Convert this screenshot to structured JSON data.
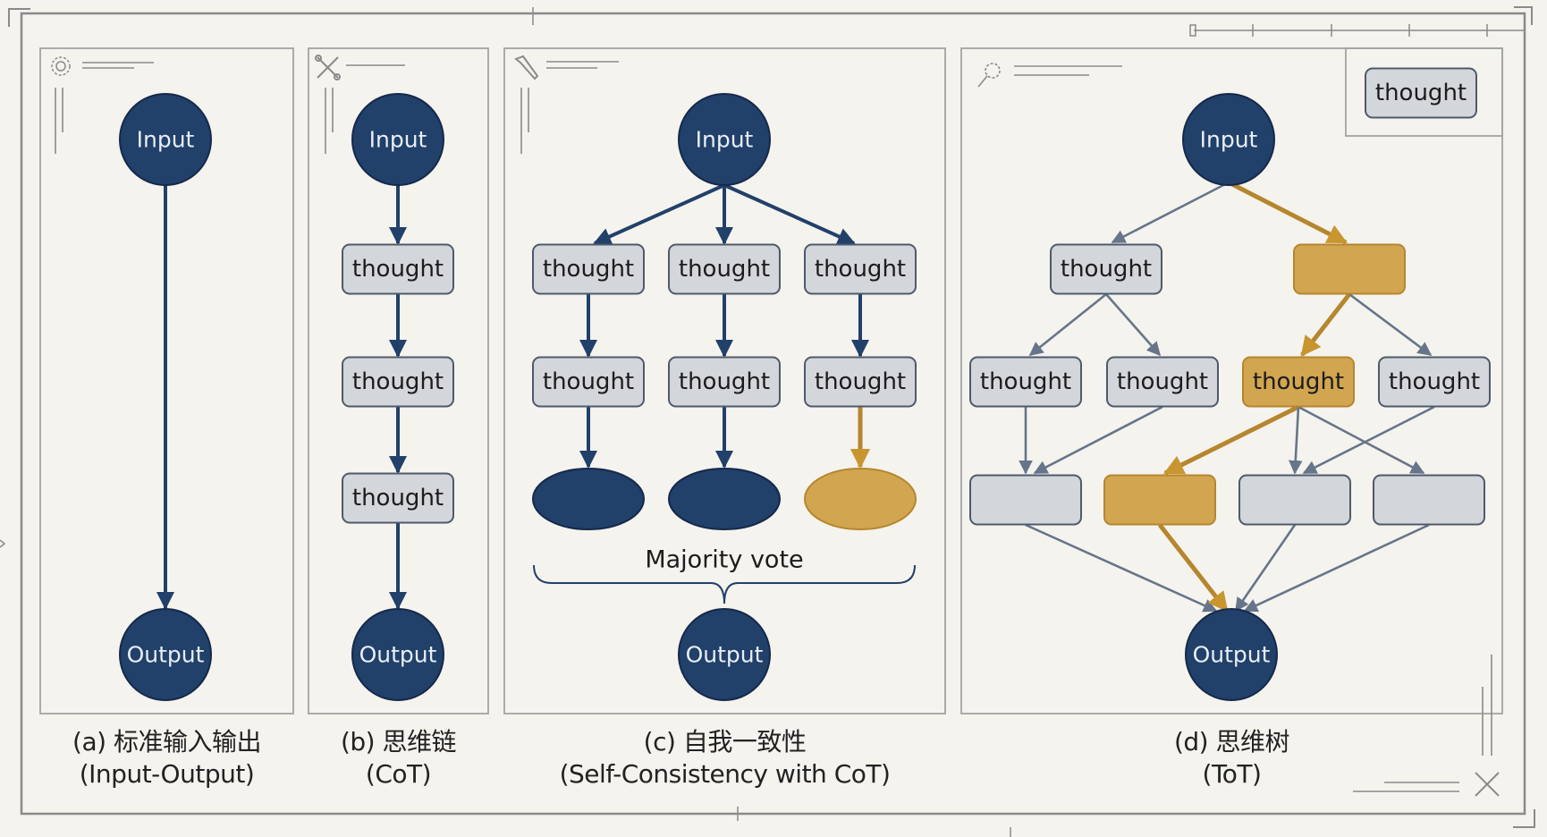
{
  "colors": {
    "background": "#f5f3ee",
    "navy": "#21406a",
    "navy_stroke": "#15294a",
    "gold": "#d2a650",
    "gold_stroke": "#b6862e",
    "thought_fill": "#d3d6da",
    "thought_stroke": "#4e5a6b",
    "gray_arrow": "#66758a",
    "frame": "#8c8c8c"
  },
  "nodes": {
    "input_label": "Input",
    "output_label": "Output",
    "thought_label": "thought"
  },
  "legend": {
    "label": "thought"
  },
  "panels": [
    {
      "id": "a",
      "icon": "gear-icon",
      "caption_line1": "(a) 标准输入输出",
      "caption_line2": "(Input-Output)"
    },
    {
      "id": "b",
      "icon": "tools-icon",
      "caption_line1": "(b) 思维链",
      "caption_line2": "(CoT)"
    },
    {
      "id": "c",
      "icon": "wrench-icon",
      "caption_line1": "(c) 自我一致性",
      "caption_line2": "(Self-Consistency with CoT)",
      "vote_label": "Majority vote"
    },
    {
      "id": "d",
      "icon": "gear-wrench-icon",
      "caption_line1": "(d) 思维树",
      "caption_line2": "(ToT)"
    }
  ]
}
